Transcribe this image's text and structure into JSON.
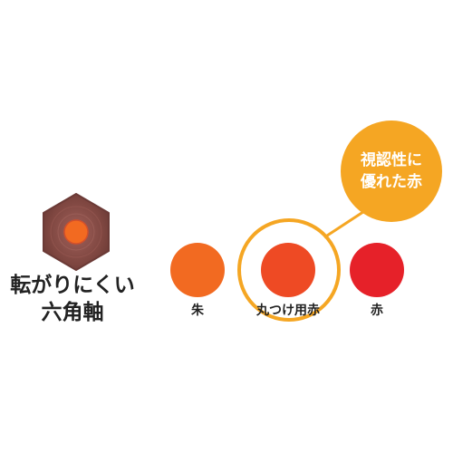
{
  "hexagon": {
    "label_line1": "転がりにくい",
    "label_line2": "六角軸"
  },
  "swatches": [
    {
      "label": "朱",
      "color": "#f26a21"
    },
    {
      "label": "丸つけ用赤",
      "color": "#ee4a24"
    },
    {
      "label": "赤",
      "color": "#e62129"
    }
  ],
  "callout": {
    "line1": "視認性に",
    "line2": "優れた赤"
  },
  "colors": {
    "accent": "#f5a623",
    "wood": "#8a4a45",
    "lead": "#f26a21"
  }
}
